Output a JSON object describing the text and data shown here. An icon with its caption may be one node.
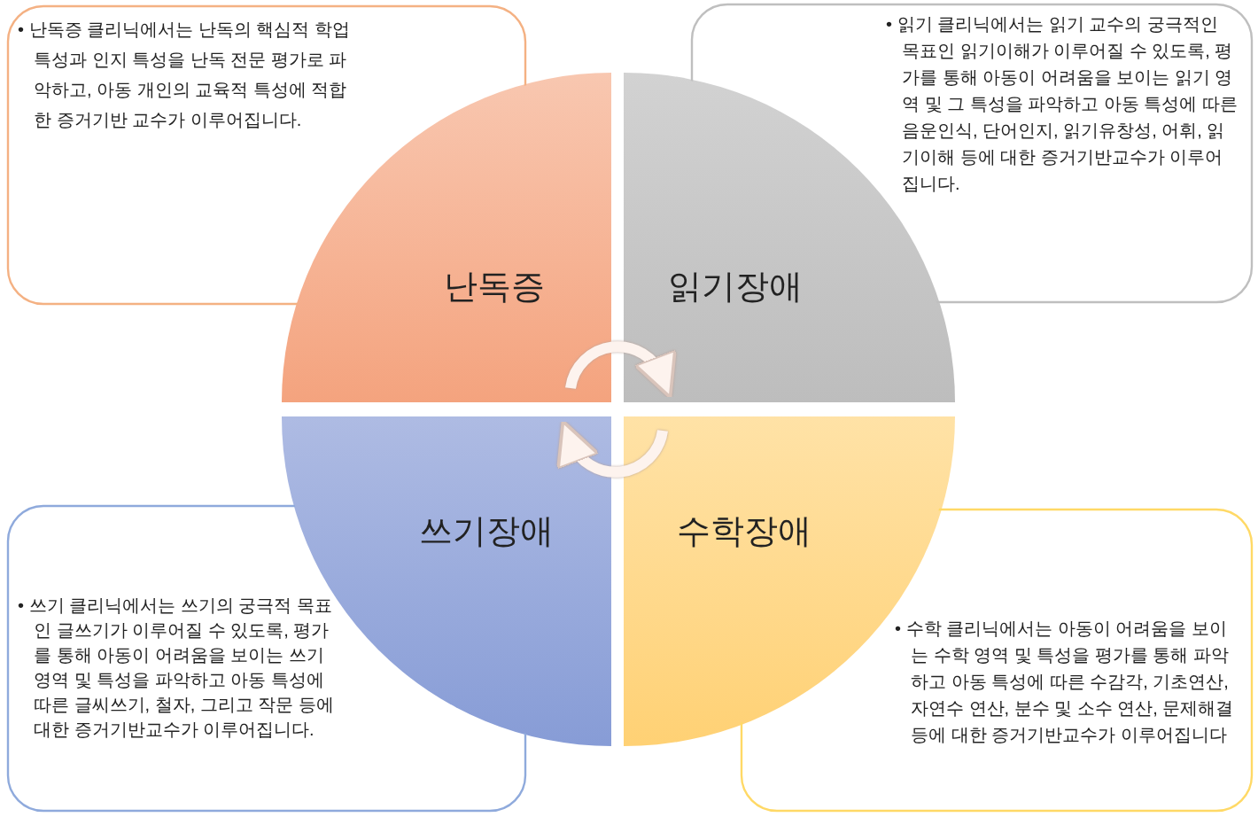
{
  "diagram": {
    "nodes": [
      {
        "text": [
          "• 난독증 클리닉에서는 난독의 핵심적 학업 특성과 인지 특성을 난독 전문 평가로 파악하고, 아동 개인의 교육적 특성에 적합한 증거기반 교수가 이루어집니다."
        ]
      },
      {
        "text": [
          "• 읽기 클리닉에서는 읽기 교수의 궁극적인 목표인 읽기이해가 이루어질 수 있도록, 평가를 통해 아동이 어려움을 보이는 읽기 영역 및 그 특성을 파악하고 아동 특성에 따른 음운인식, 단어인지, 읽기유창성, 어휘, 읽기이해 등에 대한 증거기반교수가 이루어집니다."
        ]
      },
      {
        "text": [
          "난독증"
        ]
      },
      {
        "text": [
          "읽기장애"
        ]
      },
      {
        "text": [
          "쓰기장애"
        ]
      },
      {
        "text": [
          "수학장애"
        ]
      },
      {
        "text": [
          "• 쓰기 클리닉에서는 쓰기의 궁극적 목표인 글쓰기가 이루어질 수 있도록, 평가를 통해 아동이 어려움을 보이는 쓰기 영역 및 특성을 파악하고 아동 특성에 따른 글씨쓰기, 철자, 그리고 작문 등에 대한 증거기반교수가 이루어집니다."
        ]
      },
      {
        "text": [
          "• 수학 클리닉에서는 아동이 어려움을 보이는 수학 영역 및 특성을 평가를 통해 파악하고 아동 특성에 따른 수감각, 기초연산, 자연수 연산, 분수 및 소수 연산, 문제해결 등에 대한 증거기반교수가 이루어집니다"
        ]
      }
    ],
    "edges": [
      {
        "from": 2,
        "to": 3,
        "arrow": "to"
      },
      {
        "from": 5,
        "to": 4,
        "arrow": "to"
      }
    ]
  }
}
